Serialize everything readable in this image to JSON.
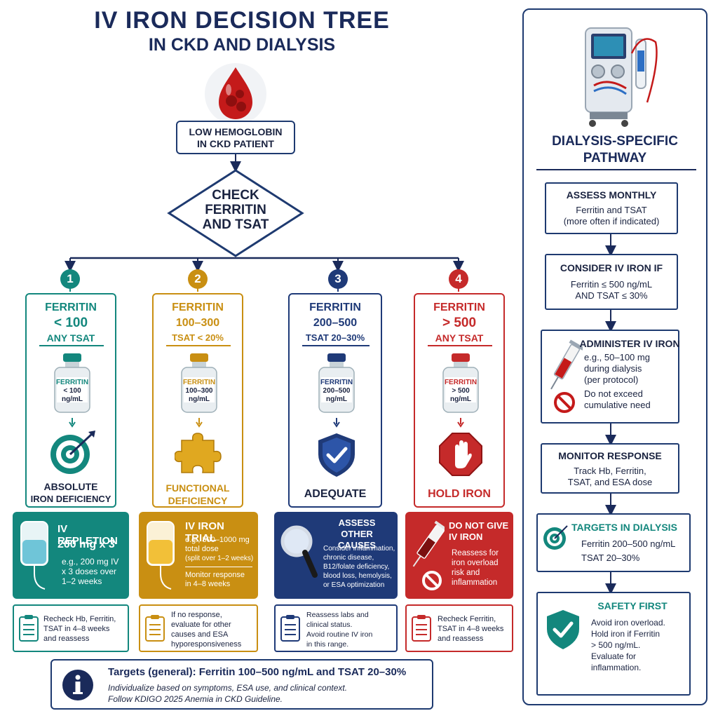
{
  "title": {
    "line1": "IV IRON DECISION TREE",
    "line2": "IN CKD AND DIALYSIS"
  },
  "start": {
    "line1": "LOW HEMOGLOBIN",
    "line2": "IN CKD PATIENT"
  },
  "decision": {
    "line1": "CHECK",
    "line2": "FERRITIN",
    "line3": "AND TSAT"
  },
  "colors": {
    "teal": "#13877d",
    "gold": "#c98f12",
    "navy": "#1f3a78",
    "red": "#c52a2a",
    "dark": "#1a2a5a"
  },
  "branches": [
    {
      "num": "1",
      "h1": "FERRITIN",
      "h2": "< 100",
      "h3": "ANY TSAT",
      "vial_l1": "FERRITIN",
      "vial_l2": "< 100",
      "vial_l3": "ng/mL",
      "icon": "target-icon",
      "result_l1": "ABSOLUTE",
      "result_l2": "IRON DEFICIENCY",
      "band_title1": "IV REPLETION",
      "band_title2": "200 mg x 3",
      "band_text1": "e.g., 200 mg IV",
      "band_text2": "x 3 doses over",
      "band_text3": "1–2 weeks",
      "note1": "Recheck Hb, Ferritin,",
      "note2": "TSAT in 4–8 weeks",
      "note3": "and reassess",
      "note4": ""
    },
    {
      "num": "2",
      "h1": "FERRITIN",
      "h2": "100–300",
      "h3": "TSAT < 20%",
      "vial_l1": "FERRITIN",
      "vial_l2": "100–300",
      "vial_l3": "ng/mL",
      "icon": "puzzle-icon",
      "result_l1": "FUNCTIONAL",
      "result_l2": "DEFICIENCY",
      "band_title1": "IV IRON TRIAL",
      "band_title2": "",
      "band_text1": "e.g., 500–1000 mg",
      "band_text2": "total dose",
      "band_text3": "(split over 1–2 weeks)",
      "band_text4": "Monitor response",
      "band_text5": "in 4–8 weeks",
      "note1": "If no response,",
      "note2": "evaluate for other",
      "note3": "causes and ESA",
      "note4": "hyporesponsiveness"
    },
    {
      "num": "3",
      "h1": "FERRITIN",
      "h2": "200–500",
      "h3": "TSAT 20–30%",
      "vial_l1": "FERRITIN",
      "vial_l2": "200–500",
      "vial_l3": "ng/mL",
      "icon": "shield-check-icon",
      "result_l1": "ADEQUATE",
      "result_l2": "",
      "band_title1": "ASSESS",
      "band_title2": "OTHER CAUSES",
      "band_text1": "Consider inflammation,",
      "band_text2": "chronic disease,",
      "band_text3": "B12/folate deficiency,",
      "band_text4": "blood loss, hemolysis,",
      "band_text5": "or ESA optimization",
      "note1": "Reassess labs and",
      "note2": "clinical status.",
      "note3": "Avoid routine IV iron",
      "note4": "in this range."
    },
    {
      "num": "4",
      "h1": "FERRITIN",
      "h2": "> 500",
      "h3": "ANY TSAT",
      "vial_l1": "FERRITIN",
      "vial_l2": "> 500",
      "vial_l3": "ng/mL",
      "icon": "stop-hand-icon",
      "result_l1": "HOLD IRON",
      "result_l2": "",
      "band_title1": "DO NOT GIVE",
      "band_title2": "IV IRON",
      "band_text1": "Reassess for",
      "band_text2": "iron overload",
      "band_text3": "risk and",
      "band_text4": "inflammation",
      "note1": "Recheck Ferritin,",
      "note2": "TSAT in 4–8 weeks",
      "note3": "and reassess",
      "note4": ""
    }
  ],
  "info": {
    "icon": "info-icon",
    "head": "Targets (general):",
    "head_rest": "Ferritin 100–500 ng/mL and TSAT 20–30%",
    "line1": "Individualize based on symptoms, ESA use, and clinical context.",
    "line2": "Follow KDIGO 2025 Anemia in CKD Guideline."
  },
  "side": {
    "title1": "DIALYSIS-SPECIFIC",
    "title2": "PATHWAY",
    "steps": [
      {
        "title": "ASSESS MONTHLY",
        "t1": "Ferritin and TSAT",
        "t2": "(more often if indicated)",
        "t3": ""
      },
      {
        "title": "CONSIDER IV IRON IF",
        "t1": "Ferritin ≤ 500 ng/mL",
        "t2": "AND TSAT ≤ 30%",
        "t3": ""
      },
      {
        "title": "ADMINISTER IV IRON",
        "t1": "e.g., 50–100 mg",
        "t2": "during dialysis",
        "t3": "(per protocol)",
        "t4": "Do not exceed",
        "t5": "cumulative need"
      },
      {
        "title": "MONITOR RESPONSE",
        "t1": "Track Hb, Ferritin,",
        "t2": "TSAT, and ESA dose",
        "t3": ""
      },
      {
        "title": "TARGETS IN DIALYSIS",
        "t1": "Ferritin 200–500 ng/mL",
        "t2": "TSAT 20–30%",
        "t3": ""
      },
      {
        "title": "SAFETY FIRST",
        "t1": "Avoid iron overload.",
        "t2": "Hold iron if Ferritin",
        "t3": "> 500 ng/mL.",
        "t4": "Evaluate for",
        "t5": "inflammation."
      }
    ]
  }
}
